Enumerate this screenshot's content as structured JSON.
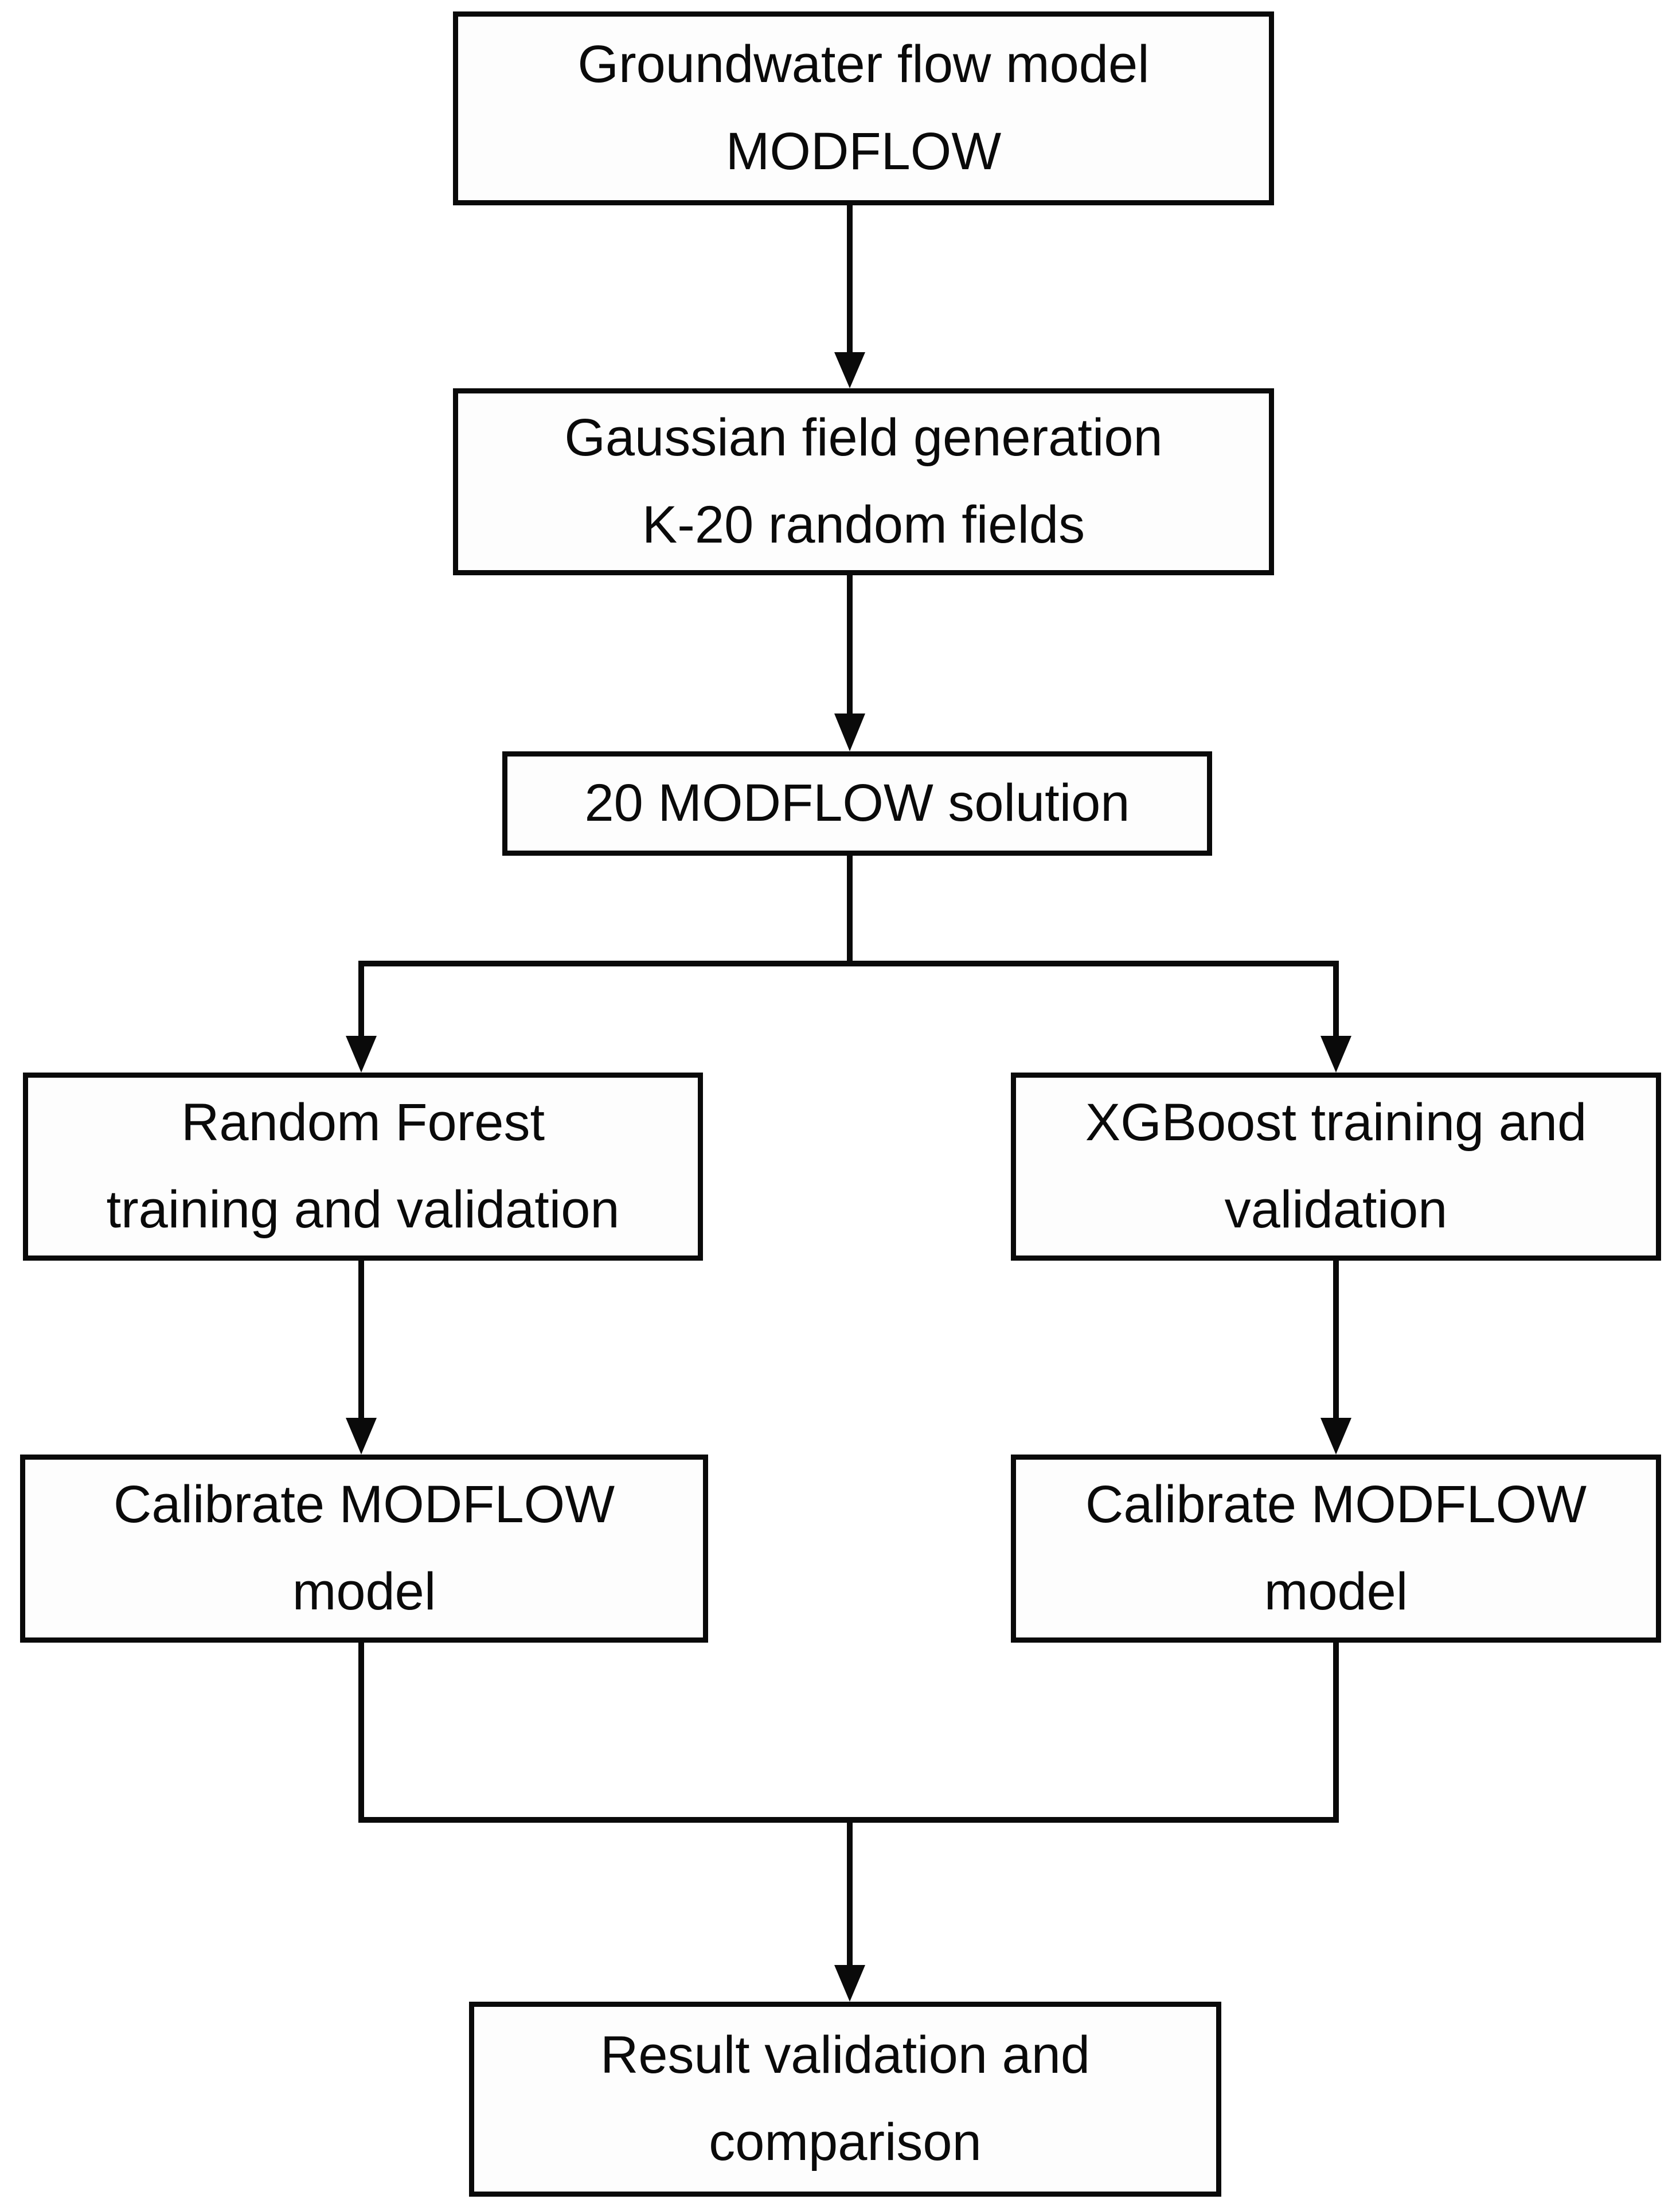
{
  "diagram": {
    "type": "flowchart",
    "colors": {
      "line": "#0a0a0a",
      "box_fill": "#fdfdfd",
      "background": "#ffffff"
    },
    "nodes": {
      "groundwater": {
        "lines": [
          "Groundwater flow model",
          "MODFLOW"
        ]
      },
      "gaussian": {
        "lines": [
          "Gaussian field generation",
          "K-20 random fields"
        ]
      },
      "solution": {
        "lines": [
          "20 MODFLOW solution"
        ]
      },
      "random_forest": {
        "lines": [
          "Random Forest",
          "training and validation"
        ]
      },
      "xgboost": {
        "lines": [
          "XGBoost training and",
          "validation"
        ]
      },
      "calibrate_rf": {
        "lines": [
          "Calibrate MODFLOW",
          "model"
        ]
      },
      "calibrate_xgb": {
        "lines": [
          "Calibrate MODFLOW",
          "model"
        ]
      },
      "result": {
        "lines": [
          "Result validation and",
          "comparison"
        ]
      }
    },
    "edges": [
      {
        "from": "groundwater",
        "to": "gaussian"
      },
      {
        "from": "gaussian",
        "to": "solution"
      },
      {
        "from": "solution",
        "to": "random_forest"
      },
      {
        "from": "solution",
        "to": "xgboost"
      },
      {
        "from": "random_forest",
        "to": "calibrate_rf"
      },
      {
        "from": "xgboost",
        "to": "calibrate_xgb"
      },
      {
        "from": "calibrate_rf",
        "to": "result"
      },
      {
        "from": "calibrate_xgb",
        "to": "result"
      }
    ]
  }
}
